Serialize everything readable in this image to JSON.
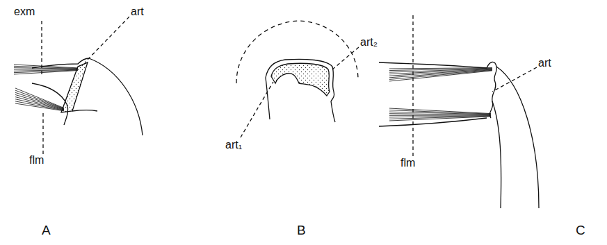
{
  "diagram": {
    "labels": [
      "exm",
      "art",
      "flm",
      "art₂",
      "art₁",
      "art",
      "flm",
      "A",
      "B",
      "C"
    ]
  }
}
